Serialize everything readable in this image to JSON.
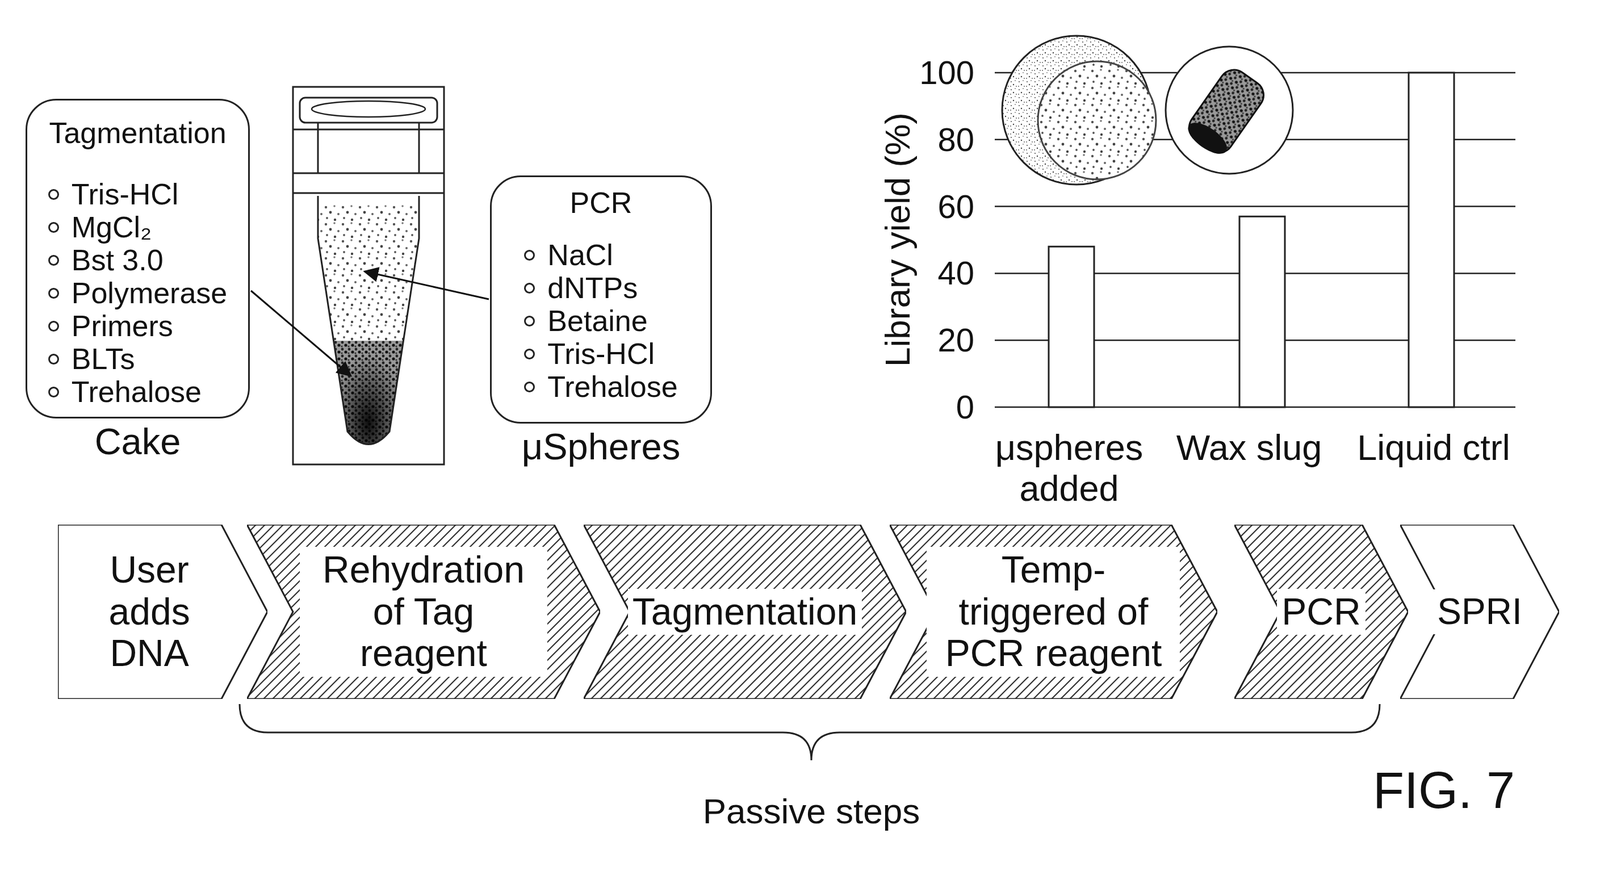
{
  "diagram": {
    "nodes": [
      {
        "text": [
          "Tagmentation",
          "Tris-HCl",
          "MgCl₂",
          "Bst 3.0",
          "Polymerase",
          "Primers",
          "BLTs",
          "Trehalose",
          "Cake"
        ]
      },
      {
        "text": [
          "PCR",
          "NaCl",
          "dNTPs",
          "Betaine",
          "Tris-HCl",
          "Trehalose",
          "μSpheres"
        ]
      },
      {
        "text": [
          "User adds DNA"
        ]
      },
      {
        "text": [
          "Rehydration of Tag reagent"
        ]
      },
      {
        "text": [
          "Tagmentation"
        ]
      },
      {
        "text": [
          "Temp- triggered of PCR reagent"
        ]
      },
      {
        "text": [
          "PCR"
        ]
      },
      {
        "text": [
          "SPRI"
        ]
      }
    ],
    "labels": [
      "100",
      "80",
      "60",
      "40",
      "20",
      "0",
      "Library yield (%)",
      "μspheres added",
      "Wax slug",
      "Liquid ctrl",
      "Passive steps",
      "FIG. 7"
    ]
  }
}
